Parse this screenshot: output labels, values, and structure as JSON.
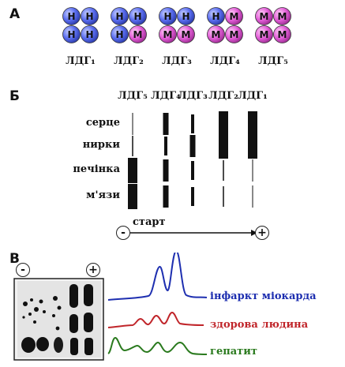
{
  "panel_a": {
    "letter": "A",
    "colors": {
      "H": "#5b6ef0",
      "M": "#e35fd8"
    },
    "isozymes": [
      {
        "label": "ЛДГ₁",
        "subunits": [
          "H",
          "H",
          "H",
          "H"
        ]
      },
      {
        "label": "ЛДГ₂",
        "subunits": [
          "H",
          "H",
          "H",
          "M"
        ]
      },
      {
        "label": "ЛДГ₃",
        "subunits": [
          "H",
          "H",
          "M",
          "M"
        ]
      },
      {
        "label": "ЛДГ₄",
        "subunits": [
          "H",
          "M",
          "M",
          "M"
        ]
      },
      {
        "label": "ЛДГ₅",
        "subunits": [
          "M",
          "M",
          "M",
          "M"
        ]
      }
    ]
  },
  "panel_b": {
    "letter": "Б",
    "columns": [
      "ЛДГ₅",
      "ЛДГ₄",
      "ЛДГ₃",
      "ЛДГ₂",
      "ЛДГ₁"
    ],
    "rows": [
      "серце",
      "нирки",
      "печінка",
      "м'язи"
    ],
    "bands": [
      [
        "trace",
        "medium",
        "thin",
        "thick",
        "thick"
      ],
      [
        "line",
        "thin",
        "medium",
        "thick",
        "thick"
      ],
      [
        "thick",
        "medium",
        "thin",
        "line",
        "trace"
      ],
      [
        "thick",
        "medium",
        "thin",
        "line",
        "trace"
      ]
    ],
    "start_label": "старт",
    "minus": "-",
    "plus": "+"
  },
  "panel_c": {
    "letter": "В",
    "minus": "-",
    "plus": "+",
    "curves": [
      {
        "label": "інфаркт міокарда",
        "color": "#1e2fb0"
      },
      {
        "label": "здорова людина",
        "color": "#c0252a"
      },
      {
        "label": "гепатит",
        "color": "#2a7a1e"
      }
    ]
  }
}
